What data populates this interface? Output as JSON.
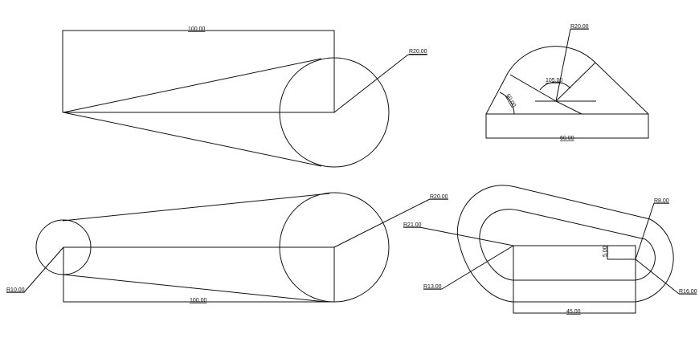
{
  "drawing": {
    "background": "#ffffff",
    "line_color": "#111111",
    "views": [
      {
        "name": "top-left-tangent-circle",
        "labels": {
          "width_dim": "100.00",
          "radius": "R20.00"
        }
      },
      {
        "name": "top-right-arch-block",
        "labels": {
          "radius": "R20.00",
          "angle_top": "105.00",
          "angle_side": "60.00",
          "base_width": "60.00"
        }
      },
      {
        "name": "bottom-left-belt",
        "labels": {
          "small_radius": "R10.00",
          "large_radius": "R20.00",
          "length_dim": "100.00"
        }
      },
      {
        "name": "bottom-right-loop",
        "labels": {
          "outer_left_radius": "R21.00",
          "inner_left_radius": "R13.00",
          "right_small_radius": "R8.00",
          "right_large_radius": "R16.00",
          "step_dim": "5.00",
          "base_width": "45.00"
        }
      }
    ]
  }
}
